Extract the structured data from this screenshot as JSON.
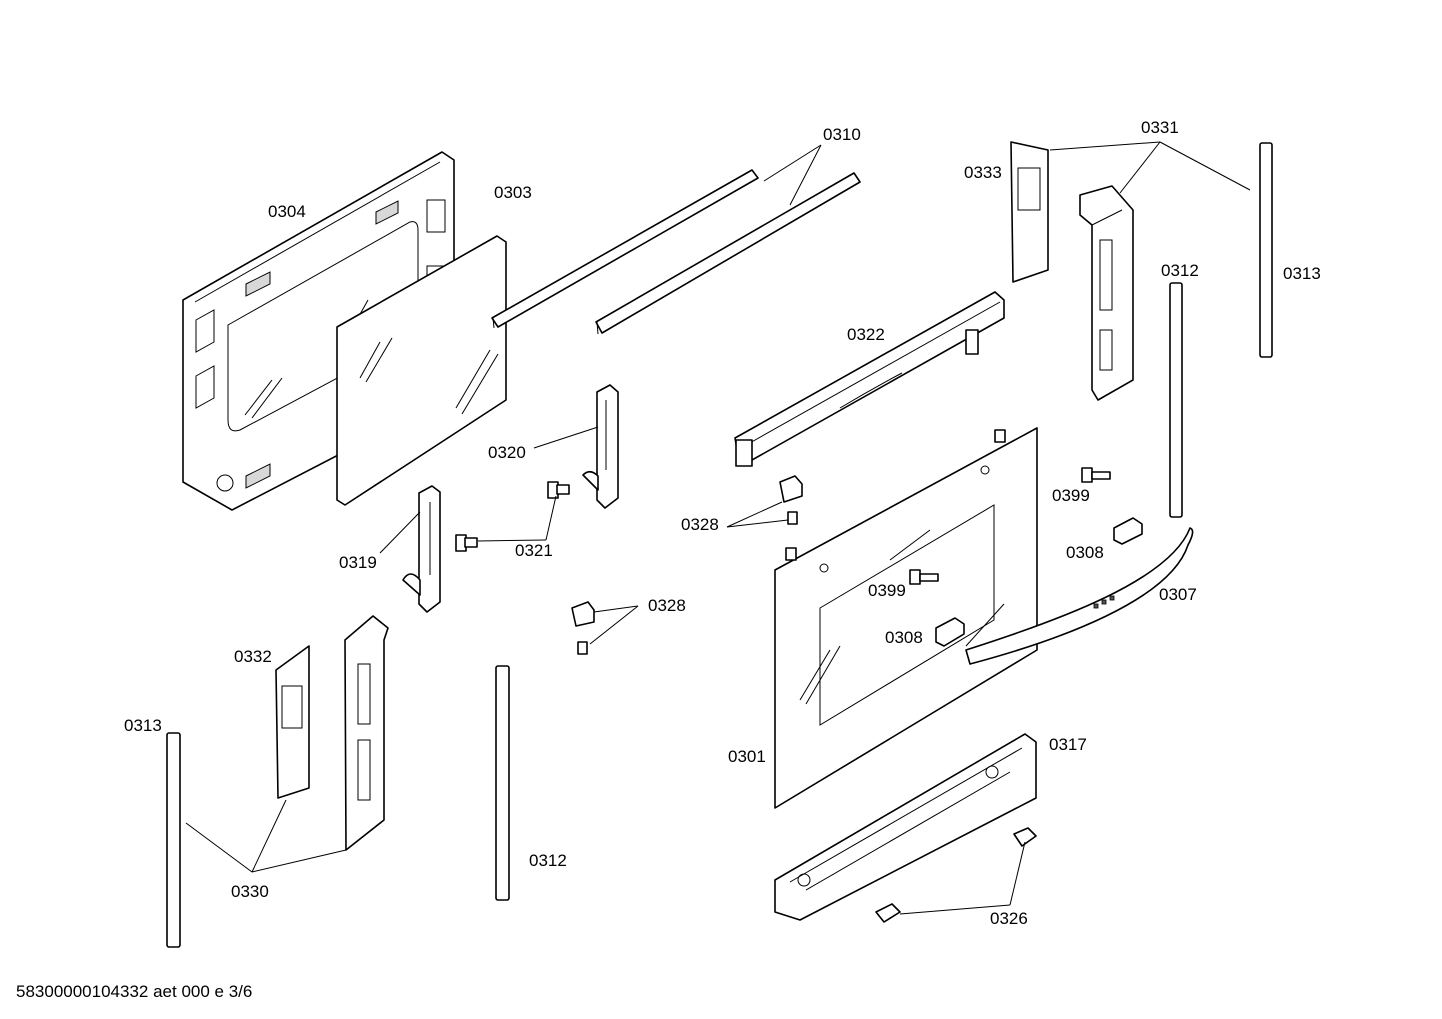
{
  "labels": {
    "p0304": "0304",
    "p0303": "0303",
    "p0310": "0310",
    "p0333": "0333",
    "p0331": "0331",
    "p0312_right": "0312",
    "p0313_right": "0313",
    "p0322": "0322",
    "p0320": "0320",
    "p0399_right": "0399",
    "p0328_upper": "0328",
    "p0308_right": "0308",
    "p0319": "0319",
    "p0321": "0321",
    "p0399_center": "0399",
    "p0307": "0307",
    "p0328_lower": "0328",
    "p0308_center": "0308",
    "p0332": "0332",
    "p0313_left": "0313",
    "p0301": "0301",
    "p0317": "0317",
    "p0312_left": "0312",
    "p0330": "0330",
    "p0326": "0326"
  },
  "footer": "58300000104332 aet 000 e 3/6"
}
